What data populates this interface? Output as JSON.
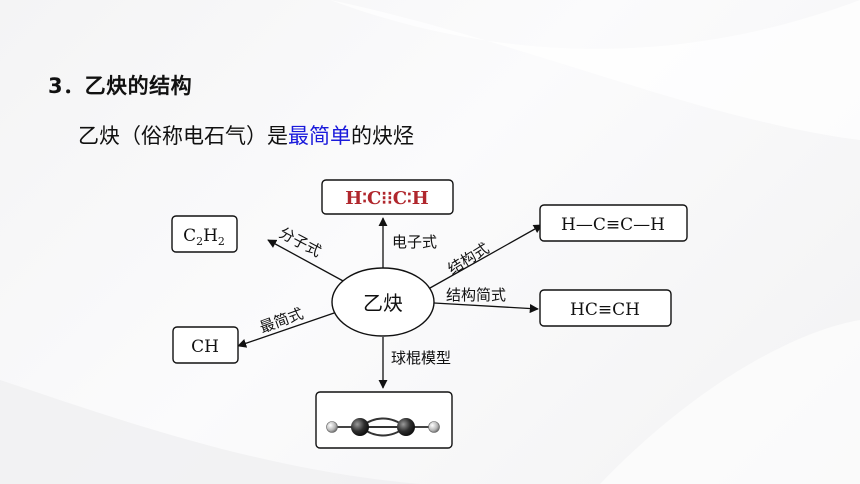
{
  "heading": {
    "number": "3．",
    "title": "乙炔的结构"
  },
  "intro": {
    "prefix": "乙炔（俗称电石气）是",
    "highlight": "最简单",
    "suffix": "的炔烃"
  },
  "diagram": {
    "center": "乙炔",
    "electron_formula": {
      "label": "电子式",
      "text": "H∶C⁝⁝C∶H"
    },
    "molecular_formula": {
      "label": "分子式",
      "c": "C",
      "c_sub": "2",
      "h": "H",
      "h_sub": "2"
    },
    "structural_formula": {
      "label": "结构式",
      "text": "H—C≡C—H"
    },
    "condensed_formula": {
      "label": "结构简式",
      "text": "HC≡CH"
    },
    "empirical_formula": {
      "label": "最简式",
      "text": "CH"
    },
    "ball_stick": {
      "label": "球棍模型"
    }
  },
  "colors": {
    "electron_formula": "#b0272d",
    "highlight": "#1a1adb",
    "text": "#111111"
  }
}
